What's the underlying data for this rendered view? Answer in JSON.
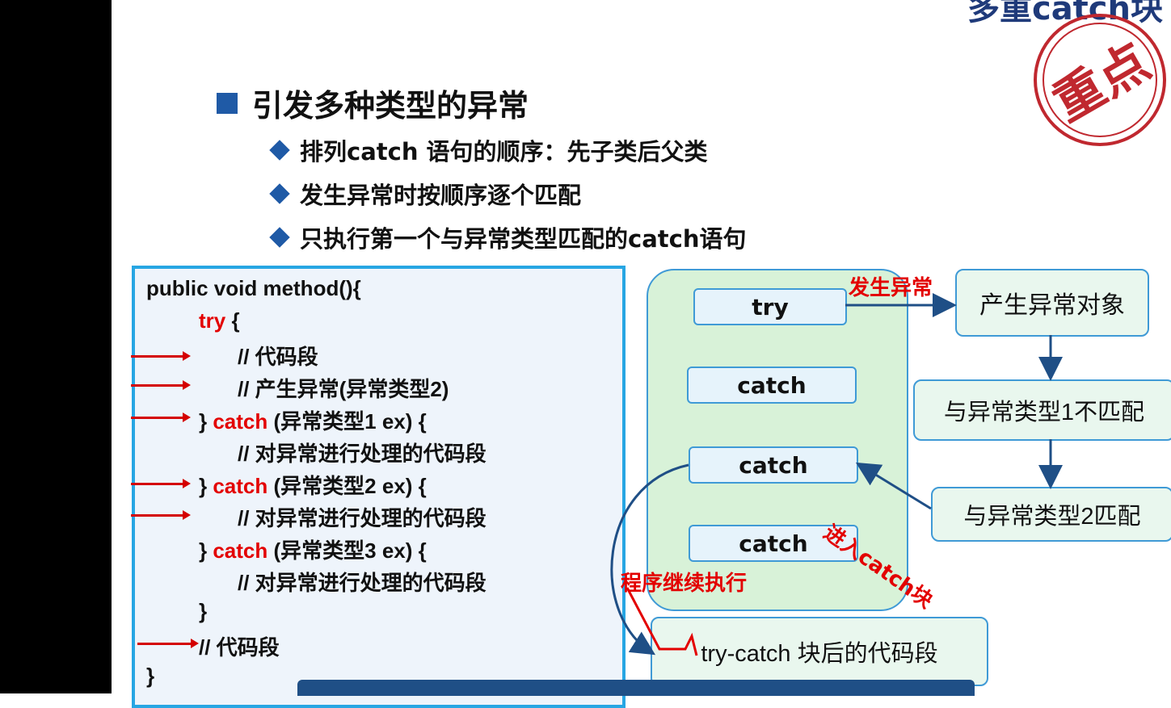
{
  "slide": {
    "top_title": "多重catch块",
    "heading": "引发多种类型的异常",
    "bullets": [
      "排列catch 语句的顺序：先子类后父类",
      "发生异常时按顺序逐个匹配",
      "只执行第一个与异常类型匹配的catch语句"
    ]
  },
  "code": {
    "l1": "public void method(){",
    "l2_kw": "try",
    "l2_rest": " {",
    "l3": "// 代码段",
    "l4": "// 产生异常(异常类型2)",
    "l5_pre": "} ",
    "l5_kw": "catch",
    "l5_rest": " (异常类型1 ex) {",
    "l6": "// 对异常进行处理的代码段",
    "l7_pre": "} ",
    "l7_kw": "catch",
    "l7_rest": " (异常类型2 ex) {",
    "l8": "// 对异常进行处理的代码段",
    "l9_pre": "} ",
    "l9_kw": "catch",
    "l9_rest": " (异常类型3 ex) {",
    "l10": "// 对异常进行处理的代码段",
    "l11": "}",
    "l12": "// 代码段",
    "l13": "}"
  },
  "flow": {
    "try_label": "try",
    "catch1": "catch",
    "catch2": "catch",
    "catch3": "catch",
    "after_block": "try-catch 块后的代码段",
    "produce": "产生异常对象",
    "nomatch": "与异常类型1不匹配",
    "match": "与异常类型2匹配",
    "label_occur": "发生异常",
    "label_enter": "进入catch块",
    "label_continue": "程序继续执行"
  },
  "stamp_text": "重点",
  "colors": {
    "accent": "#1f5aa6",
    "red": "#e30000",
    "border": "#27a6e3",
    "green_bg": "#d8f2d8"
  }
}
